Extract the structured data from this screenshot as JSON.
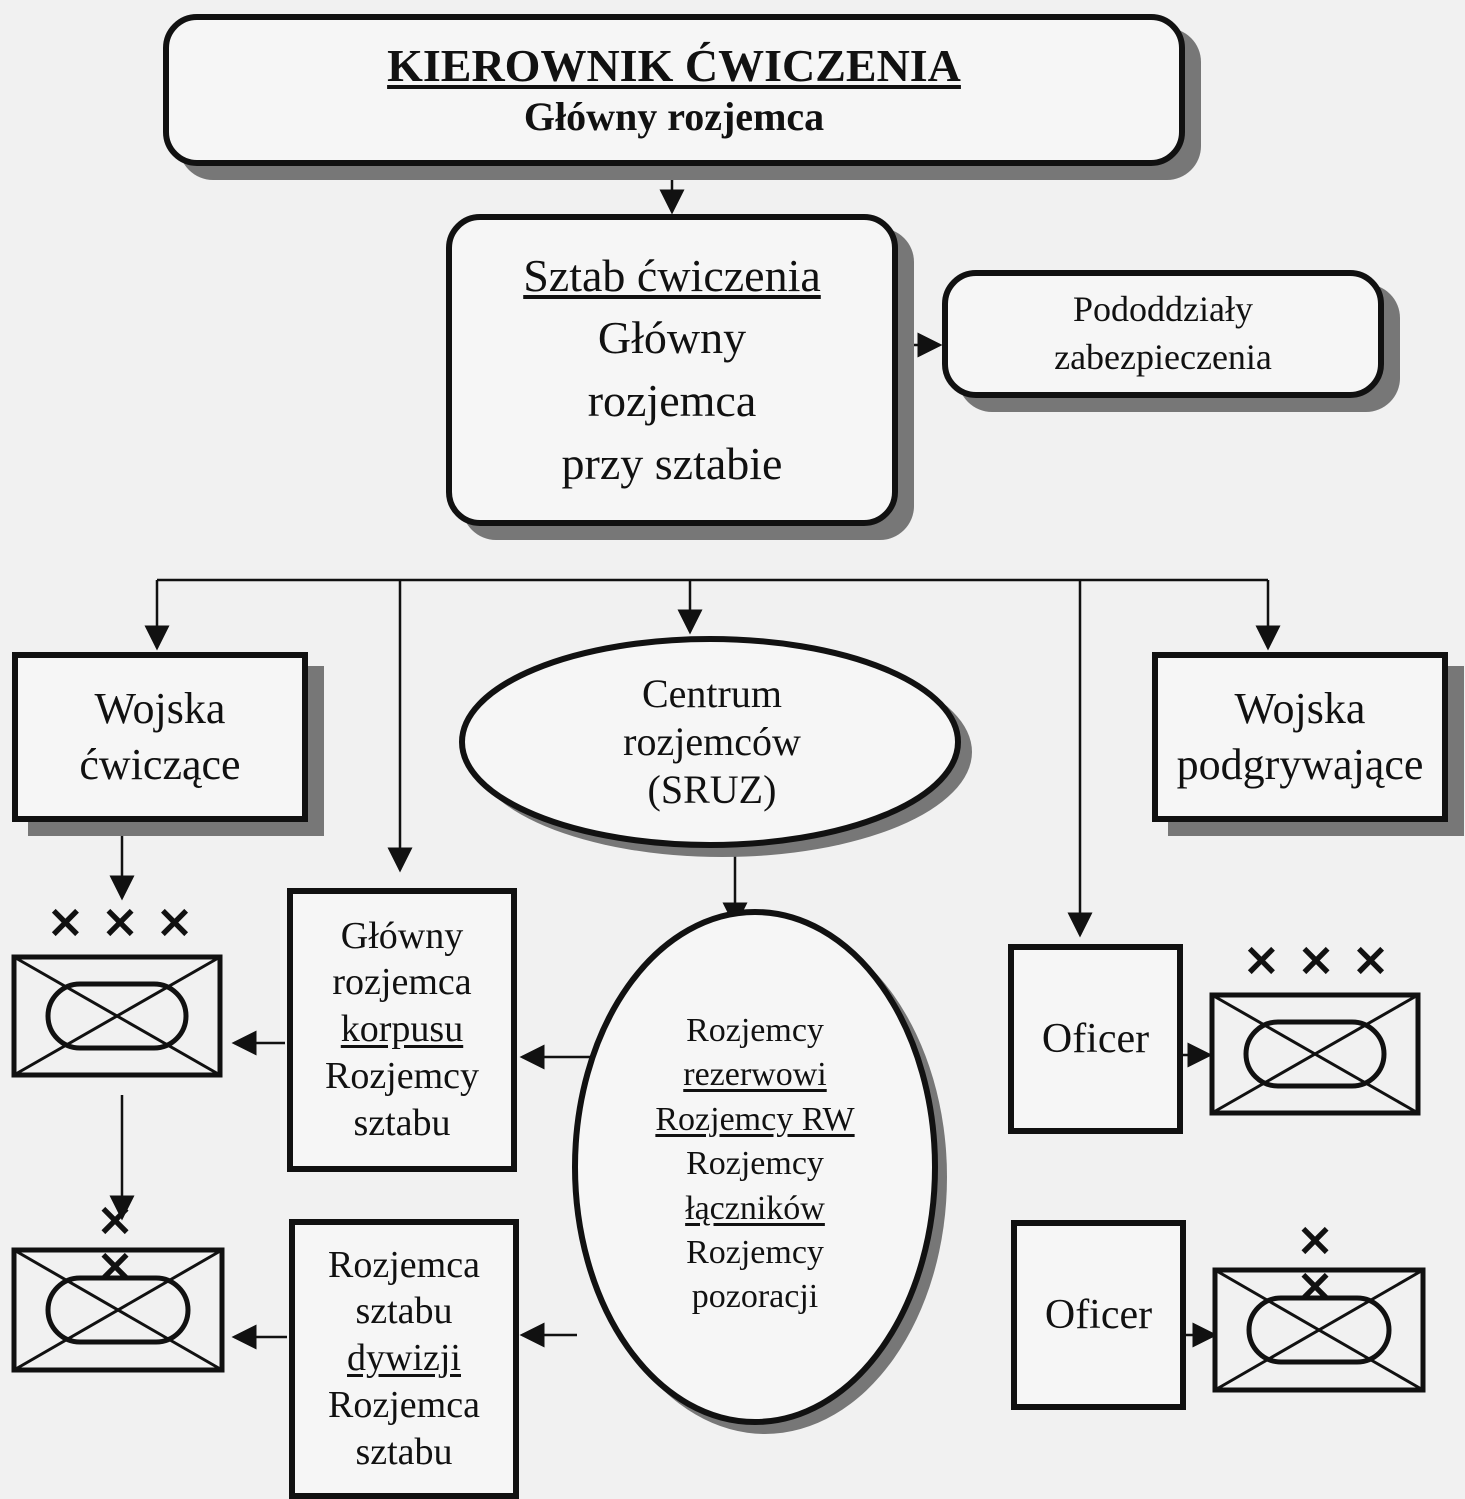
{
  "top": {
    "title": "KIEROWNIK ĆWICZENIA",
    "subtitle": "Główny rozjemca"
  },
  "staff": {
    "title": "Sztab ćwiczenia",
    "line1": "Główny",
    "line2": "rozjemca",
    "line3": "przy sztabie"
  },
  "support": {
    "line1": "Pododdziały",
    "line2": "zabezpieczenia"
  },
  "exercising": {
    "line1": "Wojska",
    "line2": "ćwiczące"
  },
  "center": {
    "line1": "Centrum",
    "line2": "rozjemców",
    "line3": "(SRUZ)"
  },
  "opposing": {
    "line1": "Wojska",
    "line2": "podgrywające"
  },
  "corps": {
    "line1": "Główny",
    "line2": "rozjemca",
    "line3": "korpusu",
    "line4": "Rozjemcy",
    "line5": "sztabu"
  },
  "division": {
    "line1": "Rozjemca",
    "line2": "sztabu",
    "line3": "dywizji",
    "line4": "Rozjemca",
    "line5": "sztabu"
  },
  "reserve": {
    "line1": "Rozjemcy",
    "line2": "rezerwowi",
    "line3": "Rozjemcy RW",
    "line4": "Rozjemcy",
    "line5": "łączników",
    "line6": "Rozjemcy",
    "line7": "pozoracji"
  },
  "officer_top": {
    "label": "Oficer"
  },
  "officer_bottom": {
    "label": "Oficer"
  },
  "symbols": {
    "xxx": "× × ×",
    "xx": "× ×"
  },
  "colors": {
    "line": "#111111",
    "background": "#f1f1f1",
    "shadow": "#777777"
  }
}
